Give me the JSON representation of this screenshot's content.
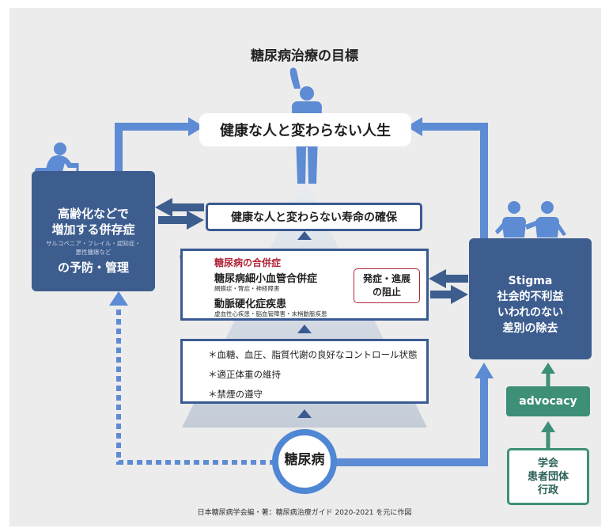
{
  "title": "糖尿病治療の目標",
  "goal": "健康な人と変わらない人生",
  "life_expectancy": "健康な人と変わらない寿命の確保",
  "left_panel": {
    "line1": "高齢化などで",
    "line2": "増加する併存症",
    "sub1": "サルコペニア・フレイル・認知症・",
    "sub2": "悪性腫瘍など",
    "line3": "の予防・管理"
  },
  "complications": {
    "heading": "糖尿病の合併症",
    "micro": "糖尿病細小血管合併症",
    "micro_sub": "網膜症・腎症・神経障害",
    "macro": "動脈硬化症疾患",
    "macro_sub": "虚血性心疾患・脳血管障害・末梢動脈疾患",
    "prevent_line1": "発症・進展",
    "prevent_line2": "の阻止"
  },
  "controls": [
    {
      "icon": "blood-drop-icon",
      "text": "＊血糖、血圧、脂質代謝の良好なコントロール状態"
    },
    {
      "icon": "scale-icon",
      "text": "＊適正体重の維持"
    },
    {
      "icon": "no-smoking-icon",
      "text": "＊禁煙の遵守"
    }
  ],
  "center": "糖尿病",
  "right_panel": {
    "line1": "Stigma",
    "line2": "社会的不利益",
    "line3": "いわれのない",
    "line4": "差別の除去"
  },
  "advocacy": "advocacy",
  "society": {
    "line1": "学会",
    "line2": "患者団体",
    "line3": "行政"
  },
  "caption": "日本糖尿病学会編・著：糖尿病治療ガイド 2020-2021 を元に作図",
  "colors": {
    "navy": "#3d5d8f",
    "arrow_blue": "#5d8bd4",
    "green": "#3e8f78",
    "accent_red": "#b0263a",
    "triangle": "#c7cfda"
  }
}
